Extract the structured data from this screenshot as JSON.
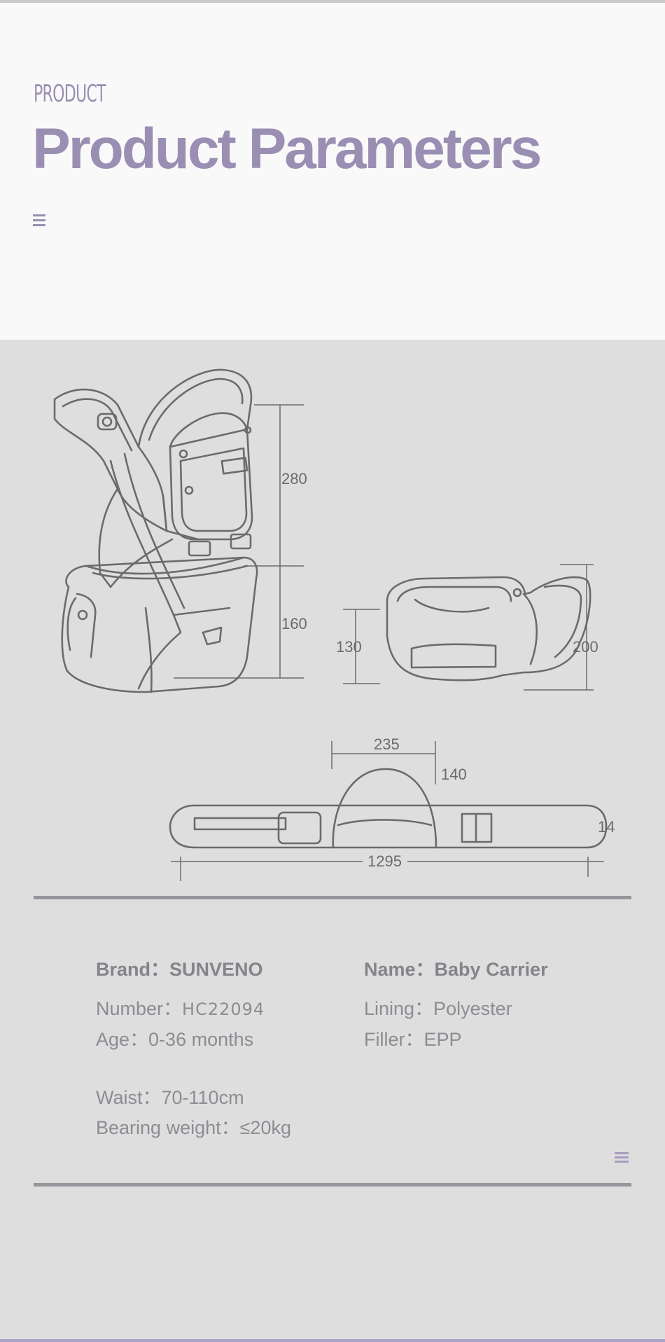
{
  "header": {
    "eyebrow": "PRODUCT",
    "title": "Product Parameters",
    "menu_icon": "menu-icon"
  },
  "diagram": {
    "dimensions": {
      "carrier_upper": "280",
      "carrier_lower": "160",
      "seat_height": "130",
      "seat_width_side": "200",
      "belt_seat_width": "235",
      "belt_seat_height": "140",
      "belt_thickness": "14",
      "belt_length": "1295"
    }
  },
  "specs": {
    "brand": "Brand：SUNVENO",
    "name": "Name：Baby Carrier",
    "number_label": "Number：",
    "number_value": "HC22094",
    "lining": "Lining：Polyester",
    "age": "Age：0-36 months",
    "filler": "Filler：EPP",
    "waist": "Waist：70-110cm",
    "bearing_weight": "Bearing weight：≤20kg"
  },
  "colors": {
    "accent": "#9a8fb3",
    "rule": "#96959b",
    "background": "#dedede"
  }
}
